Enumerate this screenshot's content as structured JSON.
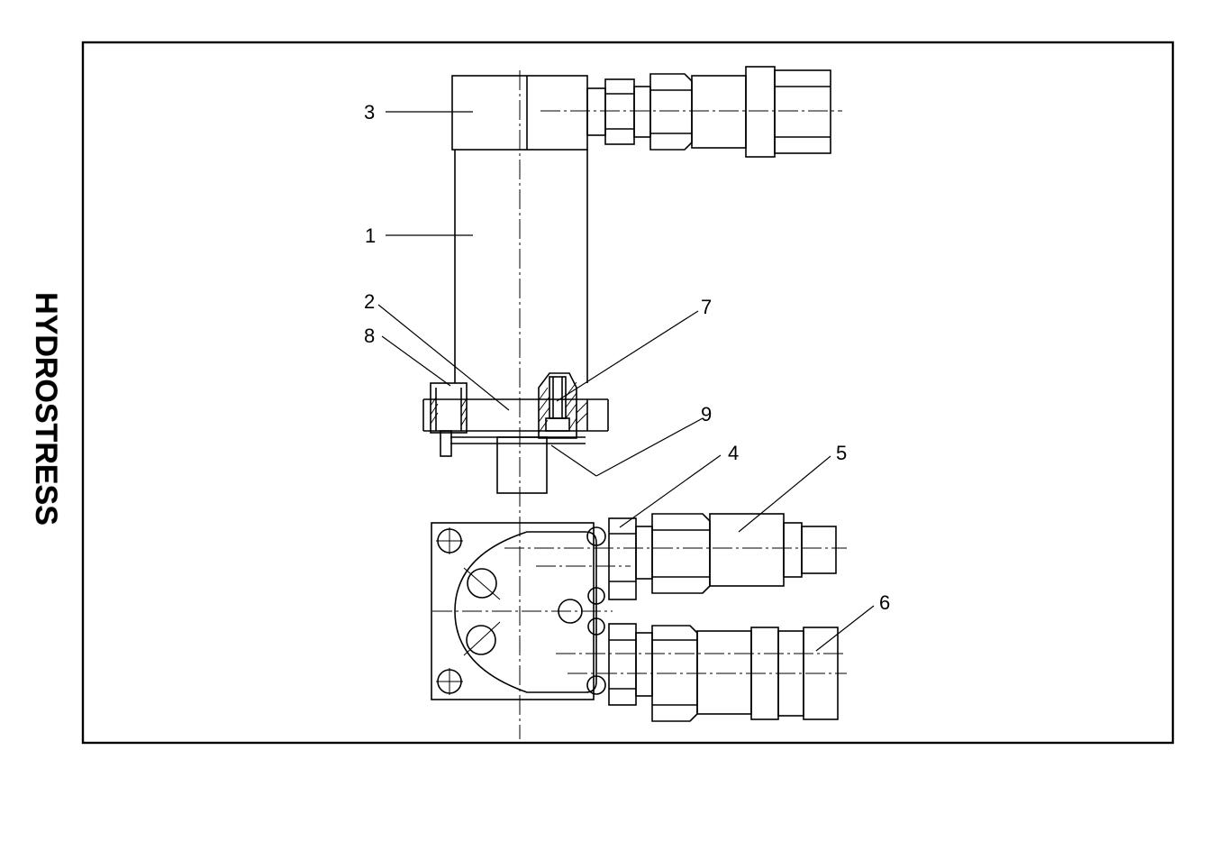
{
  "brand": {
    "text": "HYDROSTRESS"
  },
  "callouts": [
    {
      "id": "1",
      "label": "1"
    },
    {
      "id": "2",
      "label": "2"
    },
    {
      "id": "3",
      "label": "3"
    },
    {
      "id": "4",
      "label": "4"
    },
    {
      "id": "5",
      "label": "5"
    },
    {
      "id": "6",
      "label": "6"
    },
    {
      "id": "7",
      "label": "7"
    },
    {
      "id": "8",
      "label": "8"
    },
    {
      "id": "9",
      "label": "9"
    }
  ]
}
